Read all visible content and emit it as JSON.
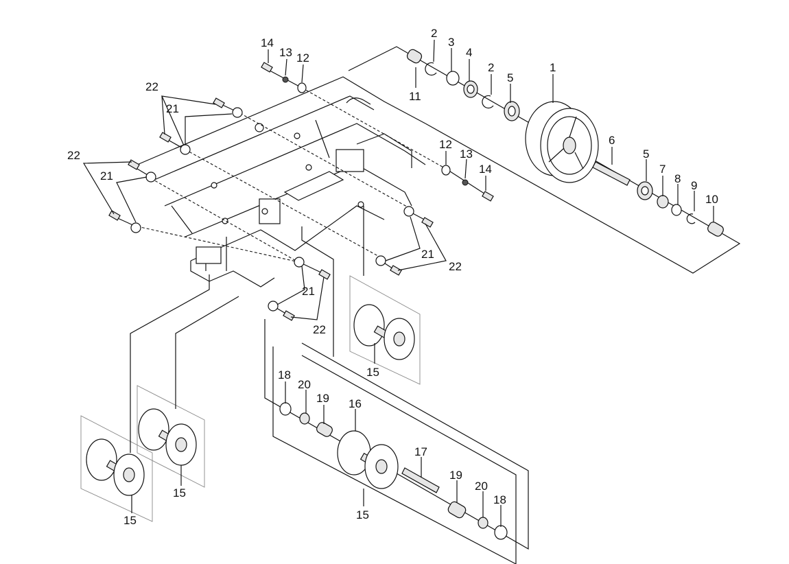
{
  "callouts": [
    {
      "id": "c14a",
      "text": "14"
    },
    {
      "id": "c13a",
      "text": "13"
    },
    {
      "id": "c12a",
      "text": "12"
    },
    {
      "id": "c2a",
      "text": "2"
    },
    {
      "id": "c3",
      "text": "3"
    },
    {
      "id": "c4",
      "text": "4"
    },
    {
      "id": "c2b",
      "text": "2"
    },
    {
      "id": "c5a",
      "text": "5"
    },
    {
      "id": "c1",
      "text": "1"
    },
    {
      "id": "c11",
      "text": "11"
    },
    {
      "id": "c22a",
      "text": "22"
    },
    {
      "id": "c21a",
      "text": "21"
    },
    {
      "id": "c22b",
      "text": "22"
    },
    {
      "id": "c21b",
      "text": "21"
    },
    {
      "id": "c12b",
      "text": "12"
    },
    {
      "id": "c13b",
      "text": "13"
    },
    {
      "id": "c14b",
      "text": "14"
    },
    {
      "id": "c6",
      "text": "6"
    },
    {
      "id": "c5b",
      "text": "5"
    },
    {
      "id": "c7",
      "text": "7"
    },
    {
      "id": "c8",
      "text": "8"
    },
    {
      "id": "c9",
      "text": "9"
    },
    {
      "id": "c10",
      "text": "10"
    },
    {
      "id": "c21c",
      "text": "21"
    },
    {
      "id": "c22c",
      "text": "22"
    },
    {
      "id": "c21d",
      "text": "21"
    },
    {
      "id": "c22d",
      "text": "22"
    },
    {
      "id": "c15a",
      "text": "15"
    },
    {
      "id": "c18a",
      "text": "18"
    },
    {
      "id": "c20a",
      "text": "20"
    },
    {
      "id": "c19a",
      "text": "19"
    },
    {
      "id": "c16",
      "text": "16"
    },
    {
      "id": "c17",
      "text": "17"
    },
    {
      "id": "c19b",
      "text": "19"
    },
    {
      "id": "c20b",
      "text": "20"
    },
    {
      "id": "c18b",
      "text": "18"
    },
    {
      "id": "c15b",
      "text": "15"
    },
    {
      "id": "c15c",
      "text": "15"
    },
    {
      "id": "c15d",
      "text": "15"
    }
  ]
}
